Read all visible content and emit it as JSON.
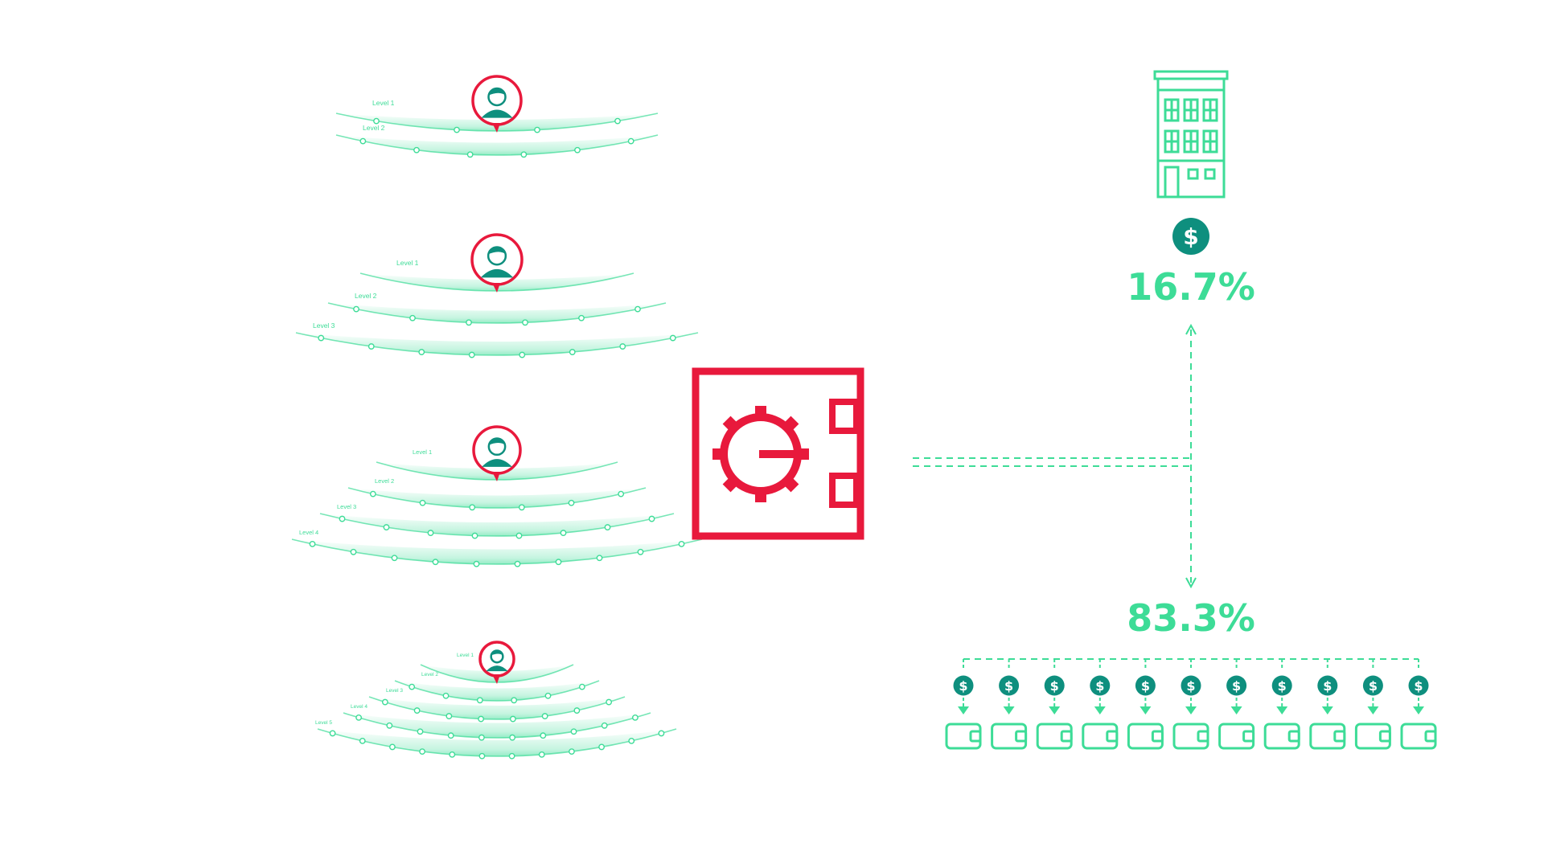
{
  "colors": {
    "accent_green": "#3ddc97",
    "dark_teal": "#0e8f7e",
    "brand_red": "#e8193c",
    "white": "#ffffff"
  },
  "referral_groups": [
    {
      "levels": [
        "Level 1",
        "Level 2"
      ]
    },
    {
      "levels": [
        "Level 1",
        "Level 2",
        "Level 3"
      ]
    },
    {
      "levels": [
        "Level 1",
        "Level 2",
        "Level 3",
        "Level 4"
      ]
    },
    {
      "levels": [
        "Level 1",
        "Level 2",
        "Level 3",
        "Level 4",
        "Level 5"
      ]
    }
  ],
  "icons": {
    "user": "user-avatar-icon",
    "safe": "safe-vault-icon",
    "building": "building-icon",
    "coin": "dollar-coin-icon",
    "wallet": "wallet-icon"
  },
  "company_share": {
    "percent": "16.7%",
    "coin_symbol": "$"
  },
  "users_share": {
    "percent": "83.3%",
    "coin_symbol": "$",
    "wallet_count": 11
  }
}
